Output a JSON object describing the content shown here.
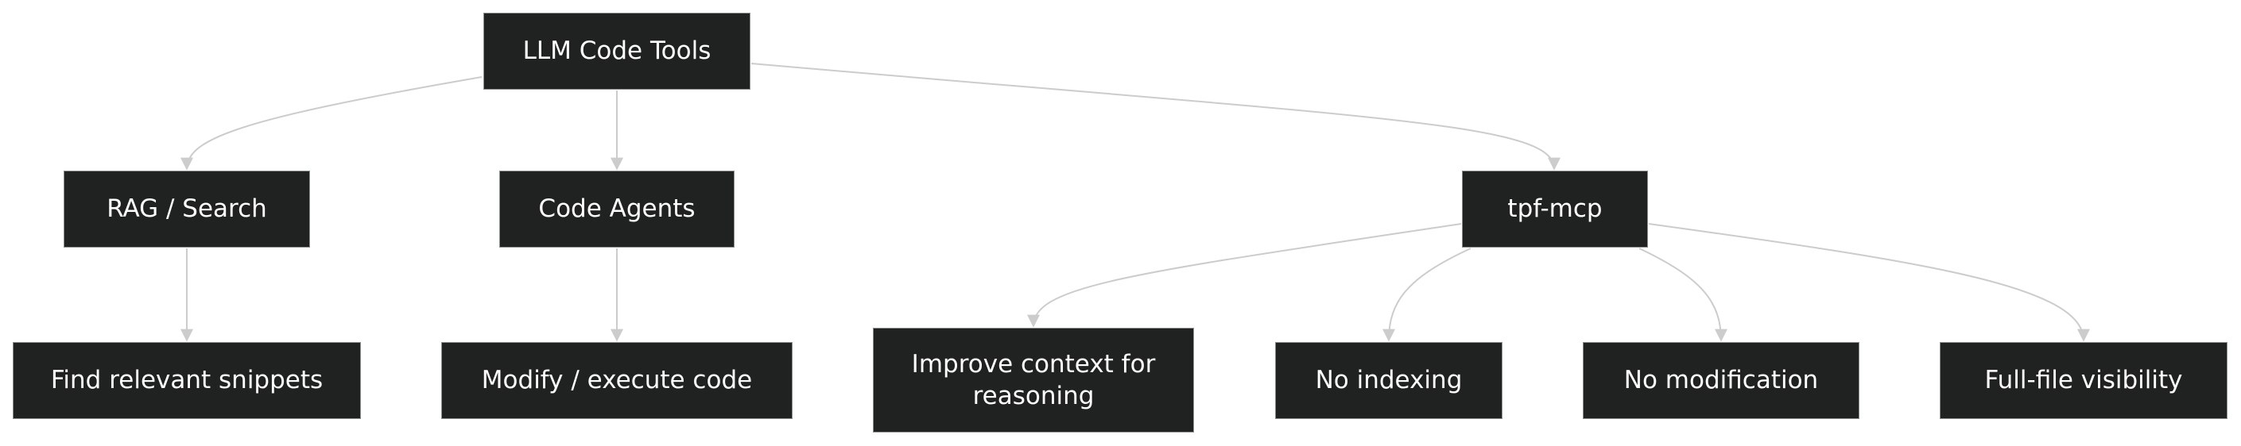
{
  "diagram": {
    "colors": {
      "node_fill": "#202221",
      "node_border": "#8a8f8c",
      "node_text": "#ffffff",
      "edge": "#cccccc",
      "background": "#ffffff"
    },
    "nodes": {
      "root": "LLM Code Tools",
      "rag": "RAG / Search",
      "agents": "Code Agents",
      "tpf": "tpf-mcp",
      "snippets": "Find relevant snippets",
      "modify": "Modify / execute code",
      "improve": "Improve context for reasoning",
      "no_indexing": "No indexing",
      "no_modification": "No modification",
      "full_file": "Full-file visibility"
    },
    "edges": [
      [
        "root",
        "rag"
      ],
      [
        "root",
        "agents"
      ],
      [
        "root",
        "tpf"
      ],
      [
        "rag",
        "snippets"
      ],
      [
        "agents",
        "modify"
      ],
      [
        "tpf",
        "improve"
      ],
      [
        "tpf",
        "no_indexing"
      ],
      [
        "tpf",
        "no_modification"
      ],
      [
        "tpf",
        "full_file"
      ]
    ]
  }
}
